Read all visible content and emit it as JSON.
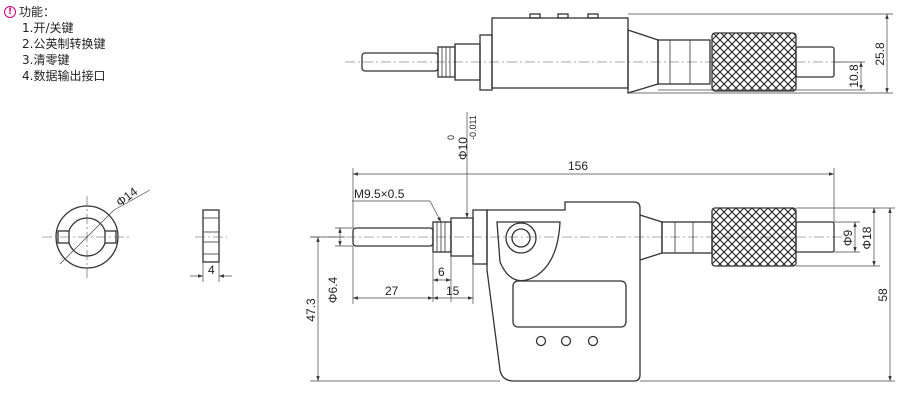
{
  "note": {
    "title": "功能：",
    "items": [
      "1.开/关键",
      "2.公英制转换键",
      "3.清零键",
      "4.数据输出接口"
    ]
  },
  "dims": {
    "d_25_8": "25.8",
    "d_10_8": "10.8",
    "d_phi10_main": "Φ10",
    "d_phi10_upper": "0",
    "d_phi10_lower": "-0.011",
    "d_156": "156",
    "d_m9": "M9.5×0.5",
    "d_phi14": "Φ14",
    "d_phi9": "Φ9",
    "d_phi18": "Φ18",
    "d_phi6_4": "Φ6.4",
    "d_6": "6",
    "d_27": "27",
    "d_15": "15",
    "d_47_3": "47.3",
    "d_58": "58",
    "d_4": "4"
  }
}
